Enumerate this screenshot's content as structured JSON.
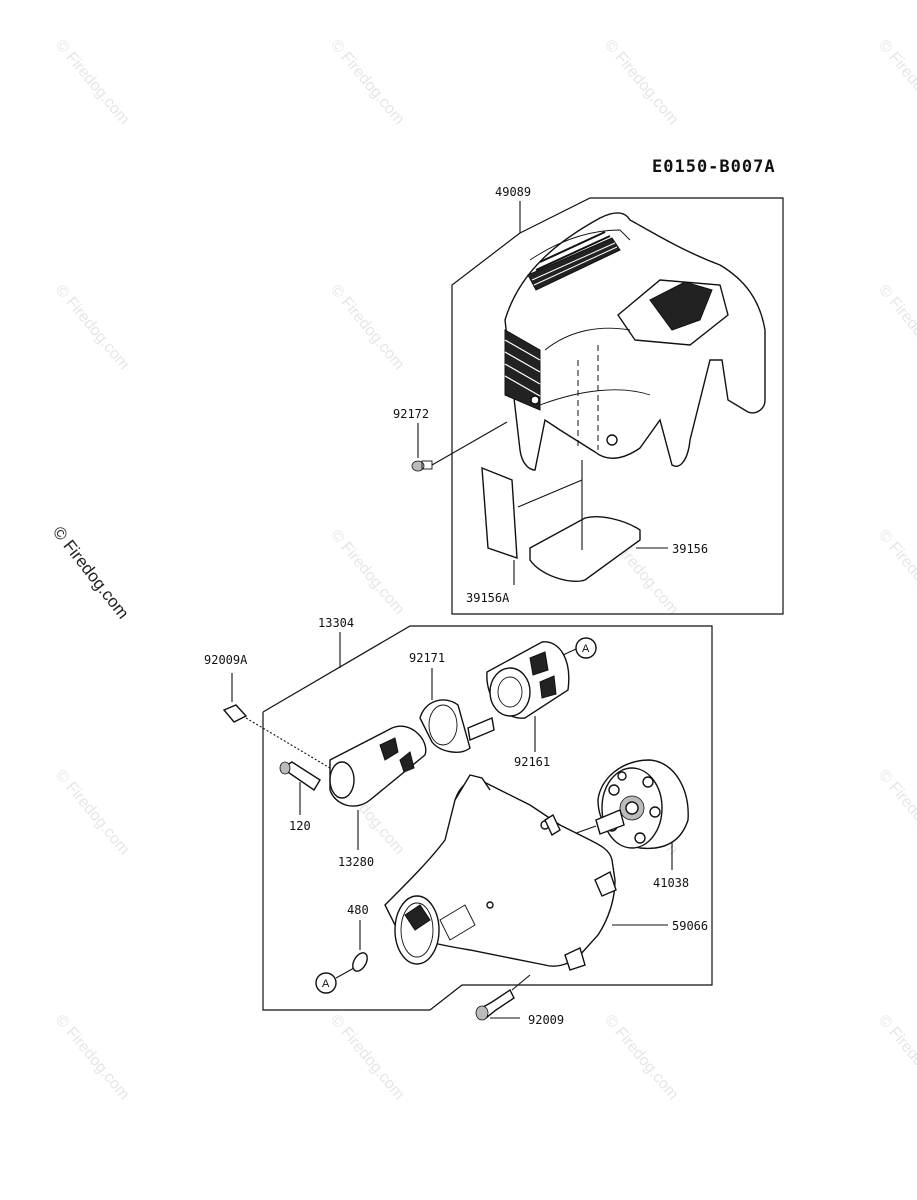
{
  "diagram_code": "E0150-B007A",
  "watermark_text": "© Firedog.com",
  "callout_letter": "A",
  "parts": {
    "p49089": "49089",
    "p92172": "92172",
    "p39156": "39156",
    "p39156A": "39156A",
    "p13304": "13304",
    "p92009A": "92009A",
    "p92171": "92171",
    "p92161": "92161",
    "p120": "120",
    "p13280": "13280",
    "p41038": "41038",
    "p480": "480",
    "p59066": "59066",
    "p92009": "92009"
  }
}
